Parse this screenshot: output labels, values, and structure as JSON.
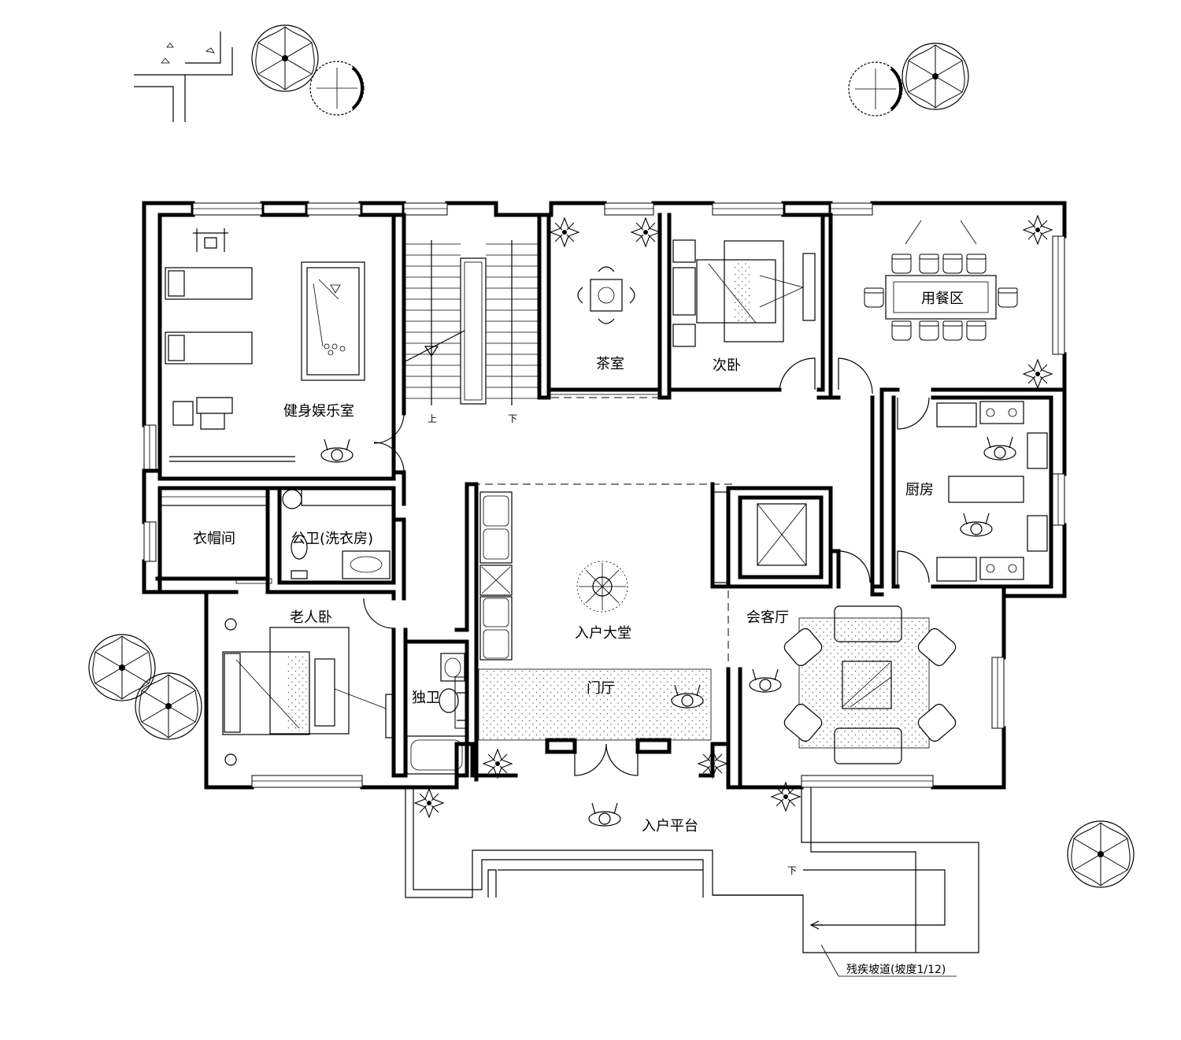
{
  "rooms": {
    "fitness": "健身娱乐室",
    "stairs_up": "上",
    "stairs_down": "下",
    "tea_room": "茶室",
    "second_bedroom": "次卧",
    "dining": "用餐区",
    "kitchen": "厨房",
    "cloakroom": "衣帽间",
    "public_bath": "公卫(洗衣房)",
    "elder_bedroom": "老人卧",
    "private_bath": "独卫",
    "lobby": "入户大堂",
    "foyer": "门厅",
    "living": "会客厅",
    "entry_platform": "入户平台",
    "ramp_down": "下",
    "ramp_note": "残疾坡道(坡度1/12)"
  }
}
